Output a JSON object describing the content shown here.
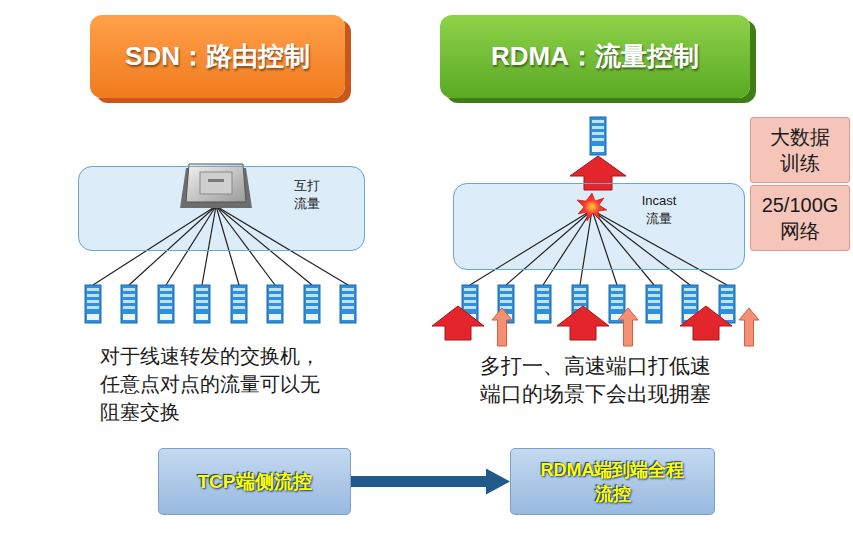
{
  "diagram": {
    "nodes": [
      {
        "text": [
          "SDN：路由控制"
        ]
      },
      {
        "text": [
          "RDMA：流量控制"
        ]
      },
      {
        "text": [
          "大数据 训练"
        ]
      },
      {
        "text": [
          "互打 流量"
        ]
      },
      {
        "text": [
          "Incast 流量"
        ]
      },
      {
        "text": [
          "25/100G 网络"
        ]
      },
      {
        "text": [
          "TCP端侧流控"
        ]
      },
      {
        "text": [
          "RDMA端到端全程 流控"
        ]
      }
    ],
    "edges": [
      {
        "from": 6,
        "to": 7,
        "arrow": "to"
      }
    ],
    "labels": [
      "对于线速转发的交换机，任意点对点的流量可以无阻塞交换",
      "多打一、高速端口打低速端口的场景下会出现拥塞"
    ]
  }
}
